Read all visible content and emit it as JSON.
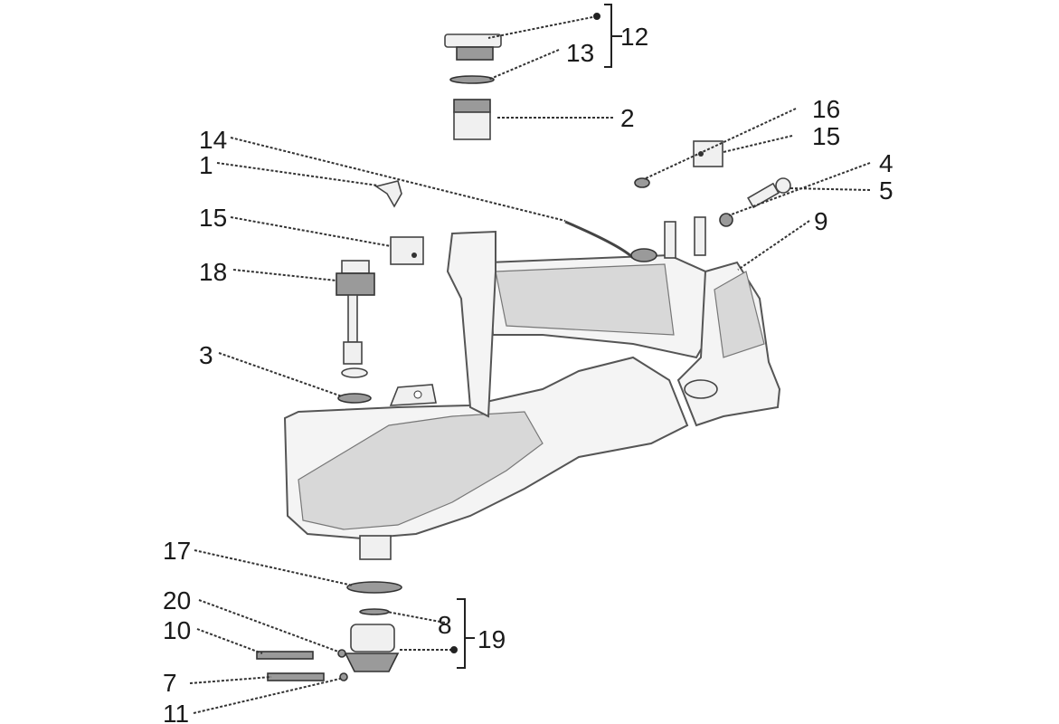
{
  "callouts": {
    "c1": "1",
    "c2": "2",
    "c3": "3",
    "c4": "4",
    "c5": "5",
    "c7": "7",
    "c8": "8",
    "c9": "9",
    "c10": "10",
    "c11": "11",
    "c12": "12",
    "c13": "13",
    "c14": "14",
    "c15a": "15",
    "c15b": "15",
    "c16": "16",
    "c17": "17",
    "c18": "18",
    "c19": "19",
    "c20": "20"
  }
}
